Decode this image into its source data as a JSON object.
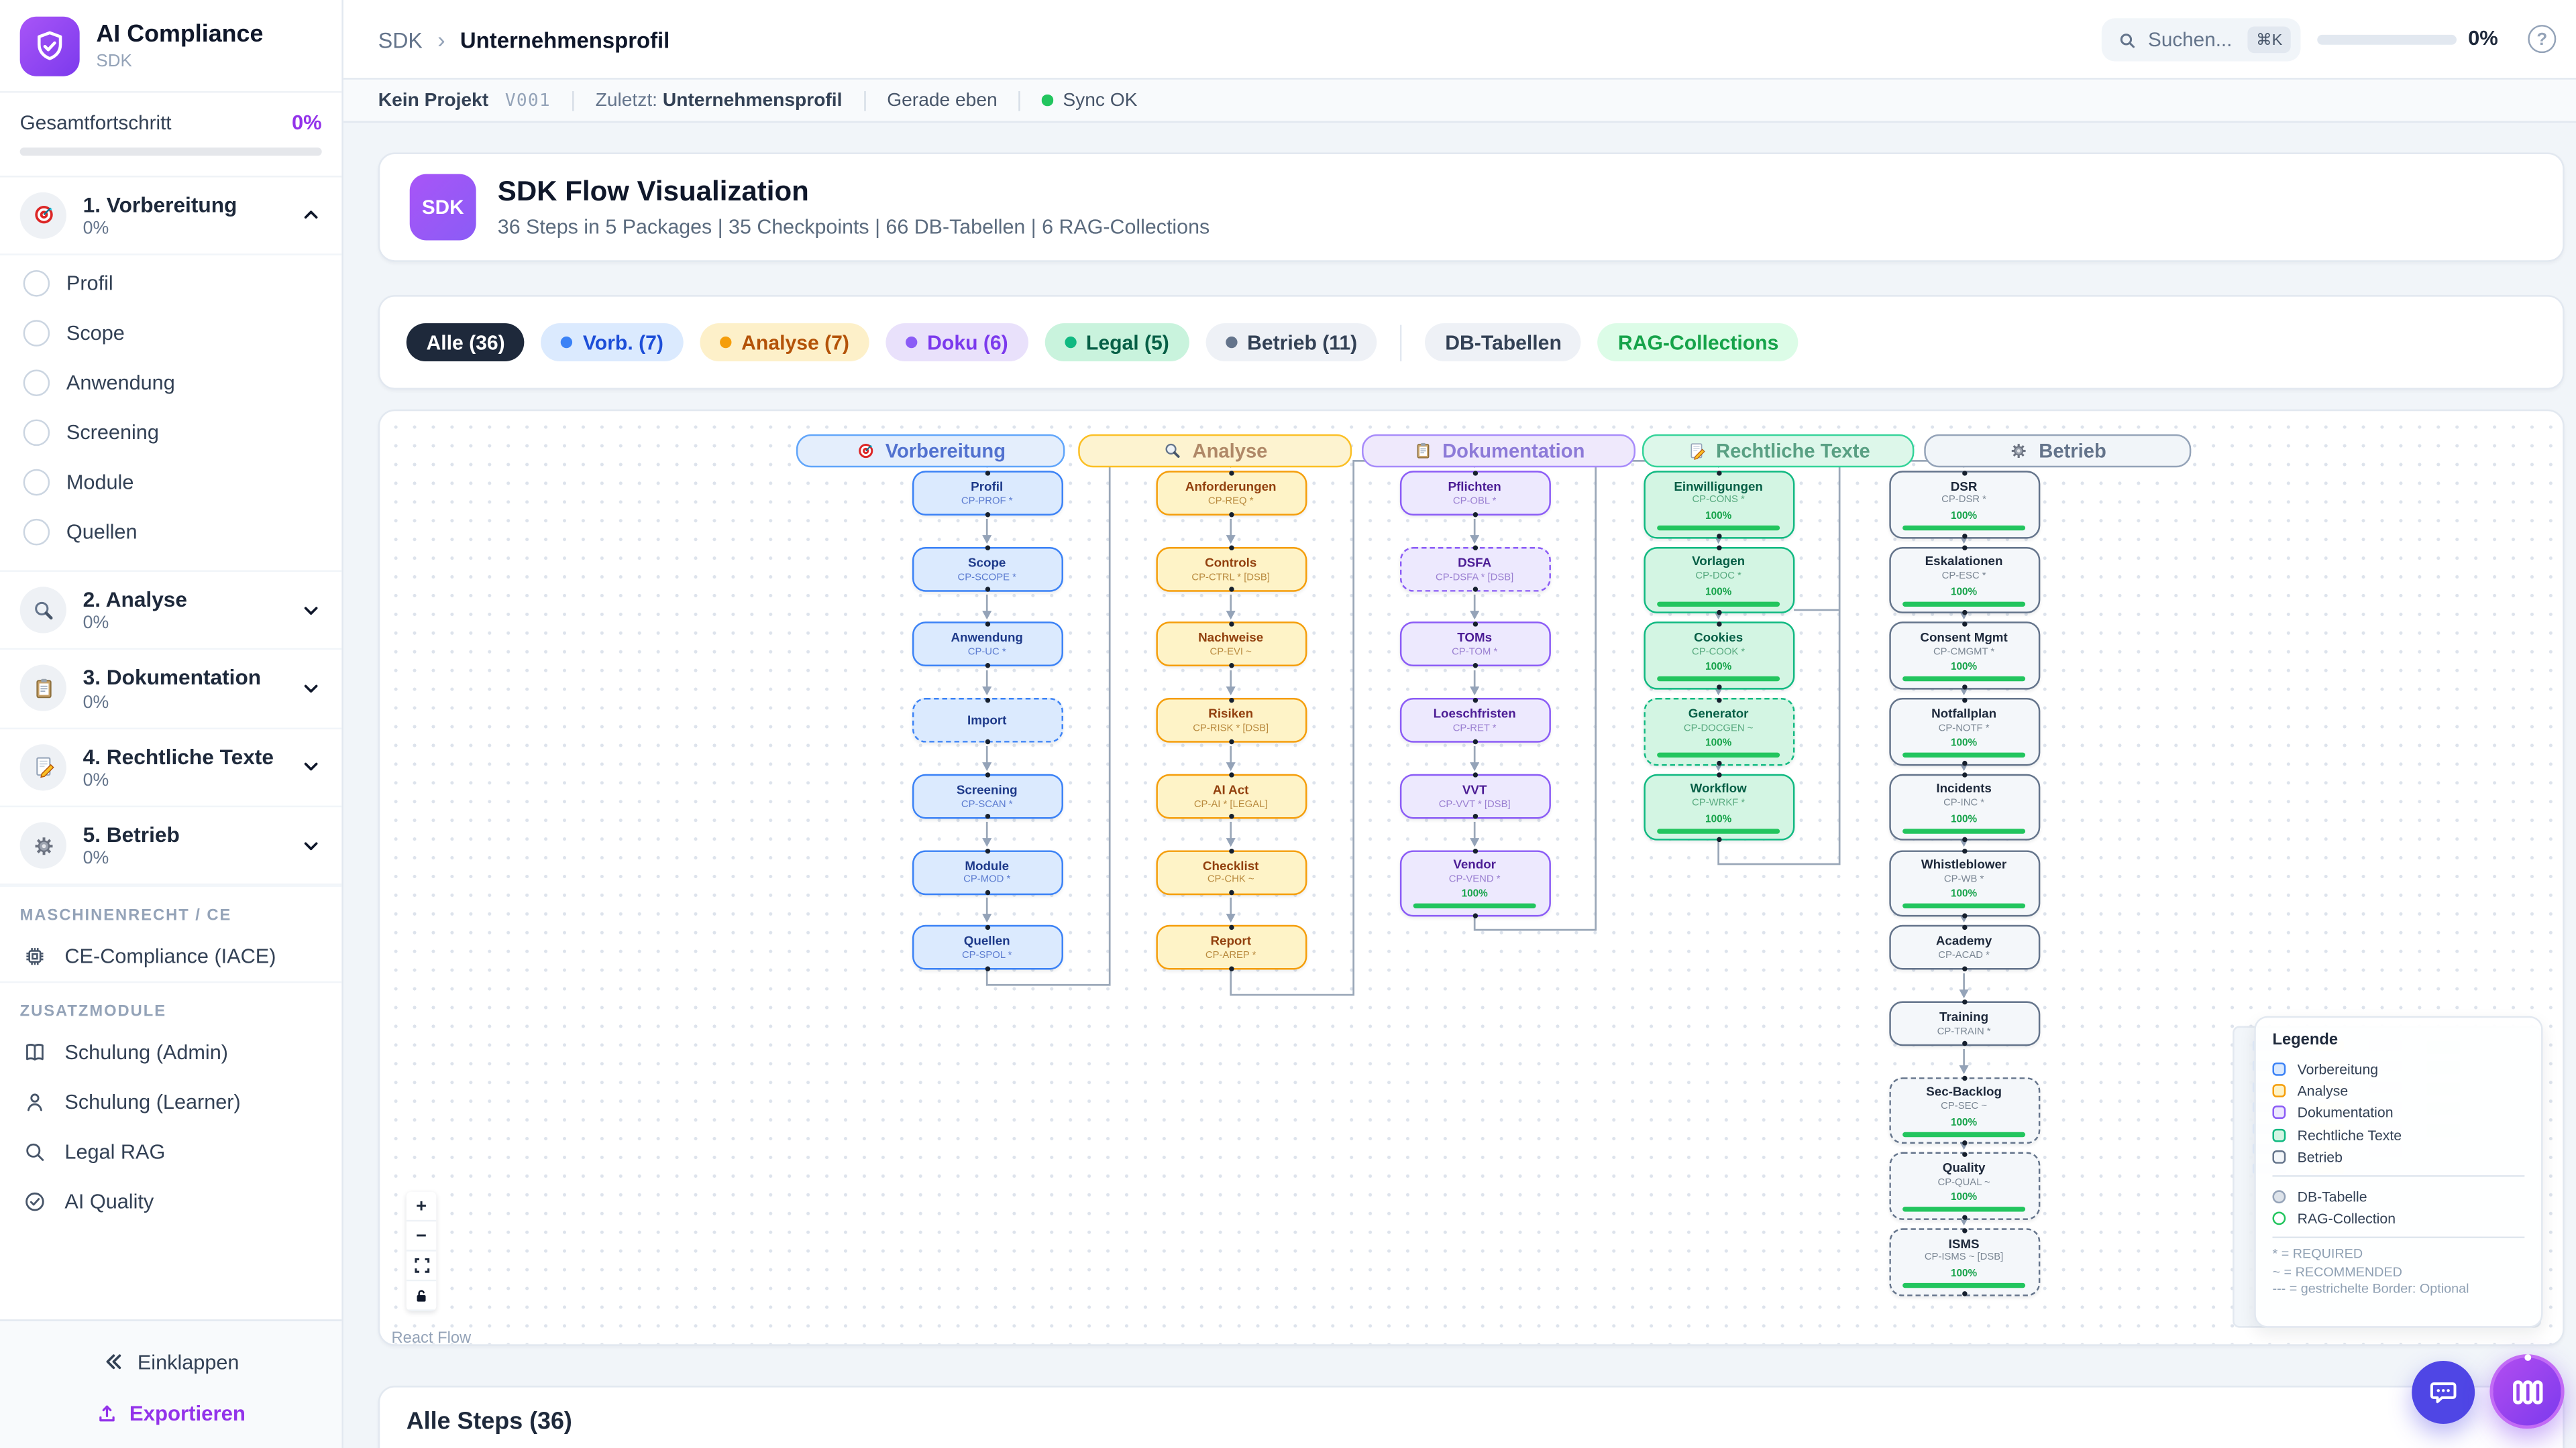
{
  "app": {
    "name": "AI Compliance",
    "subtitle": "SDK"
  },
  "sidebar": {
    "overall_label": "Gesamtfortschritt",
    "overall_value": "0%",
    "phases": [
      {
        "label": "1. Vorbereitung",
        "percent": "0%",
        "icon": "target-icon",
        "expanded": true,
        "items": [
          {
            "label": "Profil"
          },
          {
            "label": "Scope"
          },
          {
            "label": "Anwendung"
          },
          {
            "label": "Screening"
          },
          {
            "label": "Module"
          },
          {
            "label": "Quellen"
          }
        ]
      },
      {
        "label": "2. Analyse",
        "percent": "0%",
        "icon": "magnifier-icon",
        "expanded": false,
        "items": []
      },
      {
        "label": "3. Dokumentation",
        "percent": "0%",
        "icon": "clipboard-icon",
        "expanded": false,
        "items": []
      },
      {
        "label": "4. Rechtliche Texte",
        "percent": "0%",
        "icon": "memo-icon",
        "expanded": false,
        "items": []
      },
      {
        "label": "5. Betrieb",
        "percent": "0%",
        "icon": "gear-icon",
        "expanded": false,
        "items": []
      }
    ],
    "sections": [
      {
        "title": "MASCHINENRECHT / CE",
        "items": [
          {
            "label": "CE-Compliance (IACE)",
            "icon": "cpu-icon"
          }
        ]
      },
      {
        "title": "ZUSATZMODULE",
        "items": [
          {
            "label": "Schulung (Admin)",
            "icon": "book-icon"
          },
          {
            "label": "Schulung (Learner)",
            "icon": "person-icon"
          },
          {
            "label": "Legal RAG",
            "icon": "search-icon"
          },
          {
            "label": "AI Quality",
            "icon": "check-circle-icon"
          }
        ]
      }
    ],
    "collapse_label": "Einklappen",
    "export_label": "Exportieren"
  },
  "header": {
    "breadcrumb_root": "SDK",
    "breadcrumb_current": "Unternehmensprofil",
    "search_placeholder": "Suchen...",
    "search_shortcut": "⌘K",
    "progress_value": "0%"
  },
  "statusbar": {
    "project": "Kein Projekt",
    "version": "V001",
    "last_label": "Zuletzt:",
    "last_value": "Unternehmensprofil",
    "time": "Gerade eben",
    "sync": "Sync OK",
    "sync_color": "#22c55e"
  },
  "hero": {
    "badge": "SDK",
    "title": "SDK Flow Visualization",
    "subtitle": "36 Steps in 5 Packages | 35 Checkpoints | 66 DB-Tabellen | 6 RAG-Collections"
  },
  "filters": [
    {
      "label": "Alle (36)",
      "bg": "#1e293b",
      "fg": "#ffffff",
      "active": true
    },
    {
      "label": "Vorb. (7)",
      "bg": "#dbeafe",
      "fg": "#1d4ed8",
      "dot": "#3b82f6"
    },
    {
      "label": "Analyse (7)",
      "bg": "#fdf0c9",
      "fg": "#b45309",
      "dot": "#f59e0b"
    },
    {
      "label": "Doku (6)",
      "bg": "#e9e1fb",
      "fg": "#7c3aed",
      "dot": "#8b5cf6"
    },
    {
      "label": "Legal (5)",
      "bg": "#c9f3dd",
      "fg": "#065f46",
      "dot": "#10b981"
    },
    {
      "label": "Betrieb (11)",
      "bg": "#eef1f6",
      "fg": "#334155",
      "dot": "#64748b"
    },
    {
      "label": "DB-Tabellen",
      "bg": "#eef1f6",
      "fg": "#334155",
      "divider_before": true
    },
    {
      "label": "RAG-Collections",
      "bg": "#dcfce7",
      "fg": "#16a34a"
    }
  ],
  "flow": {
    "columns": [
      {
        "label": "Vorbereitung",
        "icon": "target-icon",
        "colors": {
          "border": "#3b82f6",
          "bg": "#dbeafe",
          "title": "#1e3a8a",
          "code": "#5b7bd0",
          "header_border": "#60a5fa",
          "header_bg": "#e4eefc",
          "header_fg": "#5272cf"
        },
        "nodes": [
          {
            "name": "Profil",
            "code": "CP-PROF *"
          },
          {
            "name": "Scope",
            "code": "CP-SCOPE *"
          },
          {
            "name": "Anwendung",
            "code": "CP-UC *"
          },
          {
            "name": "Import",
            "code": "",
            "dashed": true
          },
          {
            "name": "Screening",
            "code": "CP-SCAN *"
          },
          {
            "name": "Module",
            "code": "CP-MOD *"
          },
          {
            "name": "Quellen",
            "code": "CP-SPOL *"
          }
        ]
      },
      {
        "label": "Analyse",
        "icon": "magnifier-icon",
        "colors": {
          "border": "#f59e0b",
          "bg": "#fef3c7",
          "title": "#92400e",
          "code": "#b98a3e",
          "header_border": "#fbbf24",
          "header_bg": "#fdf3d0",
          "header_fg": "#b08968"
        },
        "nodes": [
          {
            "name": "Anforderungen",
            "code": "CP-REQ *"
          },
          {
            "name": "Controls",
            "code": "CP-CTRL * [DSB]"
          },
          {
            "name": "Nachweise",
            "code": "CP-EVI ~"
          },
          {
            "name": "Risiken",
            "code": "CP-RISK * [DSB]"
          },
          {
            "name": "AI Act",
            "code": "CP-AI * [LEGAL]"
          },
          {
            "name": "Checklist",
            "code": "CP-CHK ~"
          },
          {
            "name": "Report",
            "code": "CP-AREP *"
          }
        ]
      },
      {
        "label": "Dokumentation",
        "icon": "clipboard-icon",
        "colors": {
          "border": "#8b5cf6",
          "bg": "#ede9fe",
          "title": "#4c1d95",
          "code": "#9a7fd1",
          "header_border": "#a78bfa",
          "header_bg": "#efe9fc",
          "header_fg": "#8d7bd8"
        },
        "nodes": [
          {
            "name": "Pflichten",
            "code": "CP-OBL *"
          },
          {
            "name": "DSFA",
            "code": "CP-DSFA * [DSB]",
            "dashed": true
          },
          {
            "name": "TOMs",
            "code": "CP-TOM *"
          },
          {
            "name": "Loeschfristen",
            "code": "CP-RET *"
          },
          {
            "name": "VVT",
            "code": "CP-VVT * [DSB]"
          },
          {
            "name": "Vendor",
            "code": "CP-VEND *",
            "progress": "100%"
          }
        ]
      },
      {
        "label": "Rechtliche Texte",
        "icon": "memo-icon",
        "colors": {
          "border": "#10b981",
          "bg": "#d3f5e3",
          "title": "#065f46",
          "code": "#56a97e",
          "header_border": "#34d399",
          "header_bg": "#ddf7ea",
          "header_fg": "#59a083"
        },
        "nodes": [
          {
            "name": "Einwilligungen",
            "code": "CP-CONS *",
            "progress": "100%"
          },
          {
            "name": "Vorlagen",
            "code": "CP-DOC *",
            "progress": "100%"
          },
          {
            "name": "Cookies",
            "code": "CP-COOK *",
            "progress": "100%"
          },
          {
            "name": "Generator",
            "code": "CP-DOCGEN ~",
            "progress": "100%",
            "dashed": true
          },
          {
            "name": "Workflow",
            "code": "CP-WRKF *",
            "progress": "100%"
          }
        ]
      },
      {
        "label": "Betrieb",
        "icon": "gear-icon",
        "colors": {
          "border": "#64748b",
          "bg": "#f4f7fa",
          "title": "#1e293b",
          "code": "#7b8794",
          "header_border": "#94a3b8",
          "header_bg": "#f1f5f9",
          "header_fg": "#64748b"
        },
        "nodes": [
          {
            "name": "DSR",
            "code": "CP-DSR *",
            "progress": "100%"
          },
          {
            "name": "Eskalationen",
            "code": "CP-ESC *",
            "progress": "100%"
          },
          {
            "name": "Consent Mgmt",
            "code": "CP-CMGMT *",
            "progress": "100%"
          },
          {
            "name": "Notfallplan",
            "code": "CP-NOTF *",
            "progress": "100%"
          },
          {
            "name": "Incidents",
            "code": "CP-INC *",
            "progress": "100%"
          },
          {
            "name": "Whistleblower",
            "code": "CP-WB *",
            "progress": "100%"
          },
          {
            "name": "Academy",
            "code": "CP-ACAD *"
          },
          {
            "name": "Training",
            "code": "CP-TRAIN *"
          },
          {
            "name": "Sec-Backlog",
            "code": "CP-SEC ~",
            "progress": "100%",
            "dashed": true
          },
          {
            "name": "Quality",
            "code": "CP-QUAL ~",
            "progress": "100%",
            "dashed": true
          },
          {
            "name": "ISMS",
            "code": "CP-ISMS ~ [DSB]",
            "progress": "100%",
            "dashed": true
          }
        ]
      }
    ],
    "progress_color": "#22c55e",
    "legend": {
      "title": "Legende",
      "marker_rows": [
        {
          "label": "DB-Tabelle",
          "fill": "#dde3ea",
          "ring": "#94a3b8"
        },
        {
          "label": "RAG-Collection",
          "fill": "#ffffff",
          "ring": "#22c55e"
        }
      ],
      "notes": [
        "* = REQUIRED",
        "~ = RECOMMENDED",
        "--- = gestrichelte Border: Optional"
      ]
    },
    "attribution": "React Flow"
  },
  "steps_panel": {
    "title": "Alle Steps (36)"
  }
}
